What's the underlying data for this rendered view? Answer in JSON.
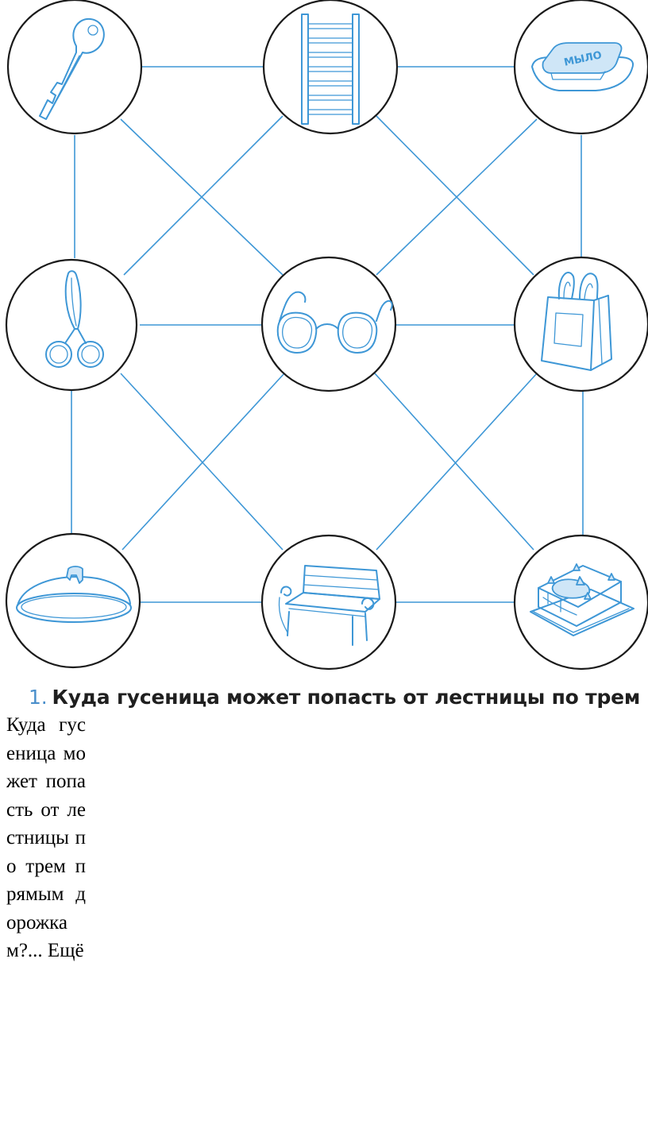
{
  "puzzle": {
    "nodes": [
      {
        "id": "key",
        "icon": "key-icon"
      },
      {
        "id": "ladder",
        "icon": "ladder-icon"
      },
      {
        "id": "soap",
        "icon": "soap-dish-icon"
      },
      {
        "id": "scissors",
        "icon": "scissors-icon"
      },
      {
        "id": "glasses",
        "icon": "glasses-icon"
      },
      {
        "id": "bag",
        "icon": "shopping-bag-icon"
      },
      {
        "id": "lid",
        "icon": "pot-lid-icon"
      },
      {
        "id": "bench",
        "icon": "bench-icon"
      },
      {
        "id": "cake",
        "icon": "cake-icon"
      }
    ],
    "soap_label": "МЫЛО",
    "line_color": "#3e97d6",
    "ring_color": "#1a1a1a"
  },
  "task": {
    "number": "1.",
    "heading": "Куда гусеница может попасть от лестницы по трем",
    "body": "Куда гусеница может попасть от лестницы по трем прямым дорожкам?... Ещё"
  }
}
